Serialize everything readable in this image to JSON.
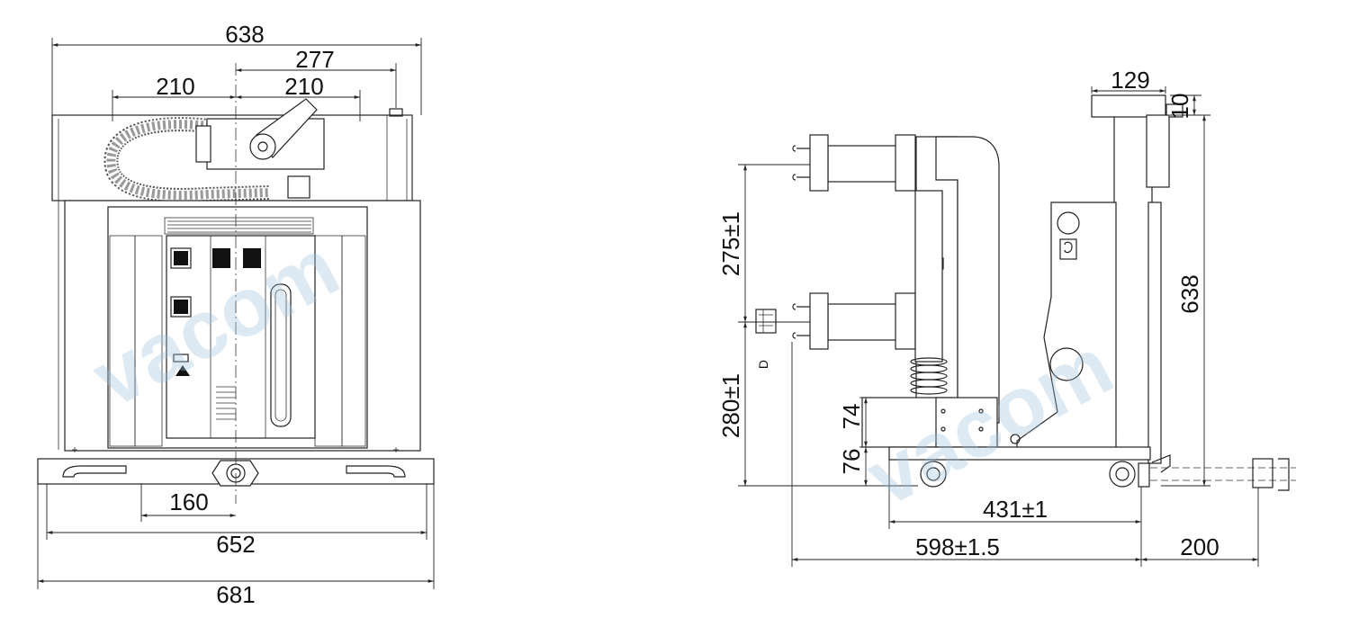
{
  "front_view": {
    "dimensions": {
      "overall_top": "638",
      "offset_right": "277",
      "left_half": "210",
      "right_half": "210",
      "wheel_spacing": "160",
      "base_inner": "652",
      "base_outer": "681"
    }
  },
  "side_view": {
    "dimensions": {
      "top_width": "129",
      "top_offset": "10",
      "height": "638",
      "upper_pitch": "275±1",
      "lower_height": "280±1",
      "box_height": "74",
      "wheel_height": "76",
      "wheel_track": "431±1",
      "overall_depth": "598±1.5",
      "extension": "200"
    },
    "contact_label": "D"
  },
  "watermark": "vacom"
}
